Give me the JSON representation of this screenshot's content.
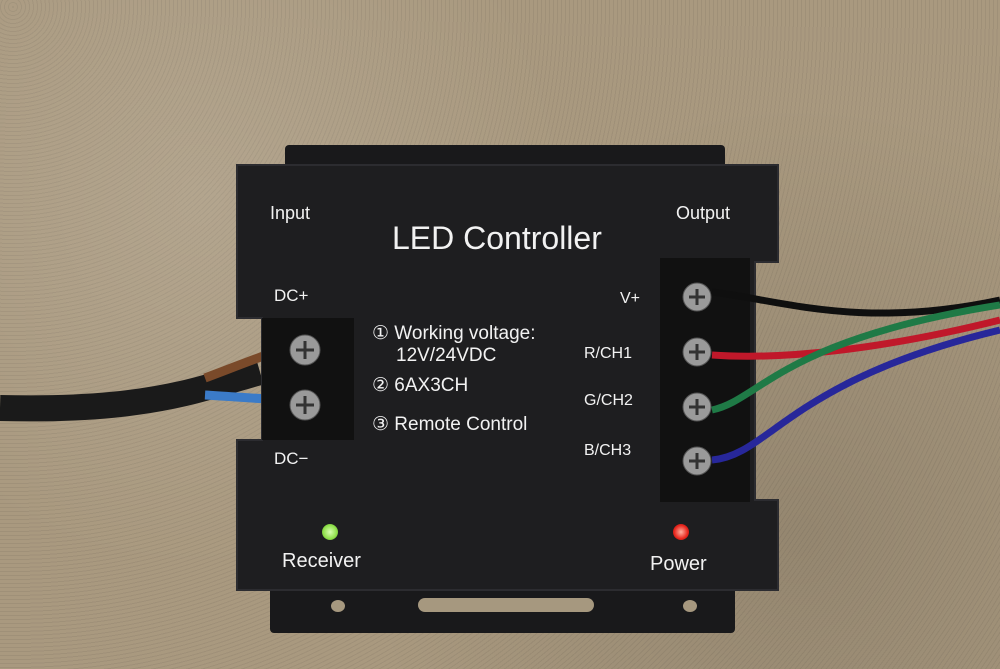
{
  "device": {
    "title": "LED Controller",
    "input_label": "Input",
    "output_label": "Output",
    "dc_plus": "DC+",
    "dc_minus": "DC−",
    "specs": [
      "① Working voltage:",
      "12V/24VDC",
      "② 6AX3CH",
      "③ Remote Control"
    ],
    "channels": [
      "V+",
      "R/CH1",
      "G/CH2",
      "B/CH3"
    ],
    "receiver_label": "Receiver",
    "power_label": "Power"
  },
  "colors": {
    "body": "#1c1c1e",
    "receiver_led": "#8fe04a",
    "power_led": "#e8251c",
    "wire_red": "#c0182a",
    "wire_green": "#1f7a46",
    "wire_blue": "#27279a"
  }
}
